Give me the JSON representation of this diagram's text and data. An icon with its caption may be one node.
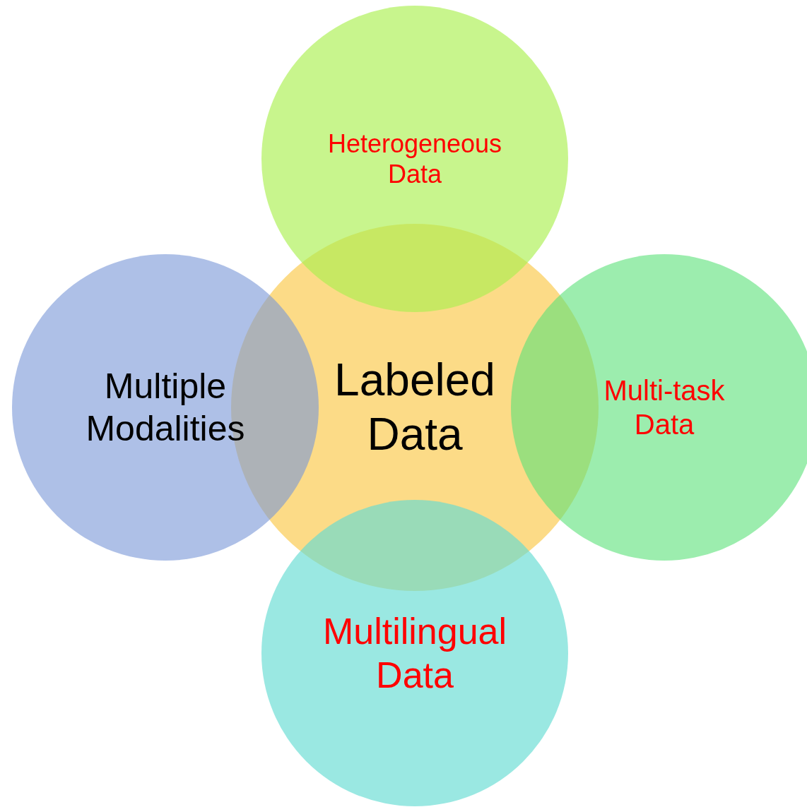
{
  "diagram": {
    "nodes": [
      {
        "text": [
          "Labeled Data"
        ]
      },
      {
        "text": [
          "Heterogeneous Data"
        ]
      },
      {
        "text": [
          "Multiple Modalities"
        ]
      },
      {
        "text": [
          "Multi-task Data"
        ]
      },
      {
        "text": [
          "Multilingual Data"
        ]
      }
    ]
  }
}
